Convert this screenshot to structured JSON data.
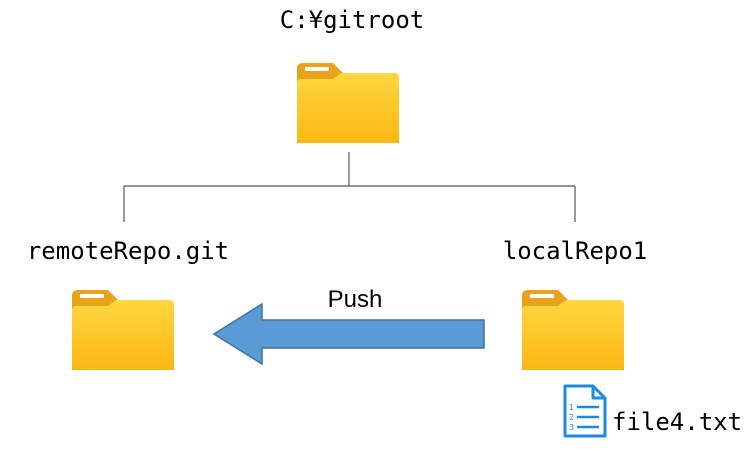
{
  "nodes": {
    "root": {
      "label": "C:¥gitroot",
      "icon": "folder-icon"
    },
    "remote": {
      "label": "remoteRepo.git",
      "icon": "folder-icon"
    },
    "local": {
      "label": "localRepo1",
      "icon": "folder-icon"
    }
  },
  "arrow": {
    "label": "Push",
    "direction": "left",
    "icon": "left-arrow"
  },
  "file": {
    "label": "file4.txt",
    "icon": "text-file-icon"
  },
  "colors": {
    "folder_back": "#E8A21B",
    "folder_front_top": "#FFD740",
    "folder_front_bottom": "#FCB714",
    "tab_stripe": "#FFFFFF",
    "arrow_fill": "#5B9BD5",
    "arrow_stroke": "#41719C",
    "connector": "#555555",
    "file_icon": "#1E88E5"
  }
}
